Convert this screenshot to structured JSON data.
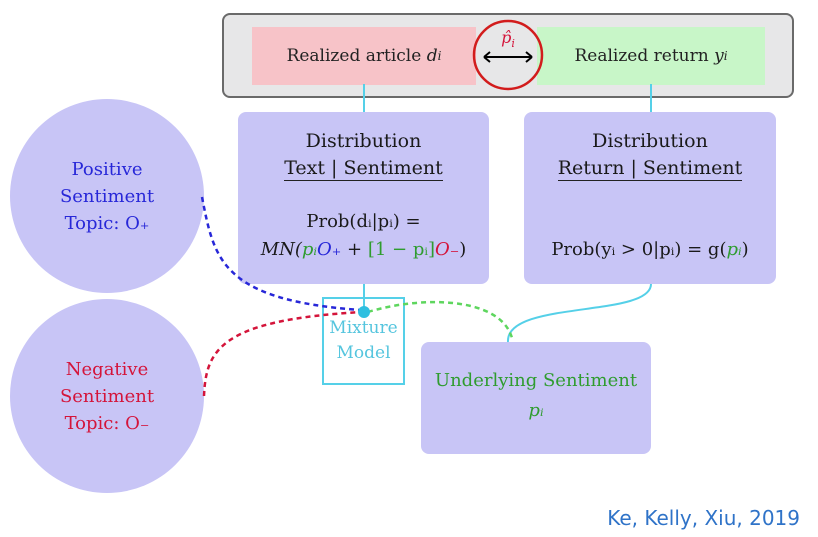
{
  "top": {
    "article_label": "Realized article",
    "article_var": "d",
    "article_sub": "i",
    "return_label": "Realized return",
    "return_var": "y",
    "return_sub": "i",
    "phat_var": "p̂",
    "phat_sub": "i"
  },
  "text_dist": {
    "title": "Distribution",
    "subtitle": "Text | Sentiment",
    "formula_line1": "Prob(dᵢ|pᵢ) =",
    "formula_line2_prefix": "MN(",
    "formula_pi": "pᵢ",
    "formula_oplus": "O₊",
    "formula_plus": " + ",
    "formula_bracket": "[1 − pᵢ]",
    "formula_ominus": "O₋",
    "formula_close": ")"
  },
  "return_dist": {
    "title": "Distribution",
    "subtitle": "Return | Sentiment",
    "formula_prefix": "Prob(yᵢ > 0|pᵢ) = g(",
    "formula_pi": "pᵢ",
    "formula_close": ")"
  },
  "positive_topic": {
    "line1": "Positive",
    "line2": "Sentiment",
    "line3": "Topic: O₊"
  },
  "negative_topic": {
    "line1": "Negative",
    "line2": "Sentiment",
    "line3": "Topic: O₋"
  },
  "mixture": {
    "line1": "Mixture",
    "line2": "Model"
  },
  "underlying": {
    "line1": "Underlying Sentiment",
    "line2": "pᵢ"
  },
  "citation": "Ke, Kelly, Xiu, 2019",
  "colors": {
    "card": "#c8c5f6",
    "pink": "#f7c3c8",
    "green_box": "#c8f6c8",
    "cyan": "#55d0e8",
    "blue": "#2727d8",
    "red": "#d4143a",
    "green": "#2f9c2f",
    "highlight_circle": "#d21c1c"
  }
}
